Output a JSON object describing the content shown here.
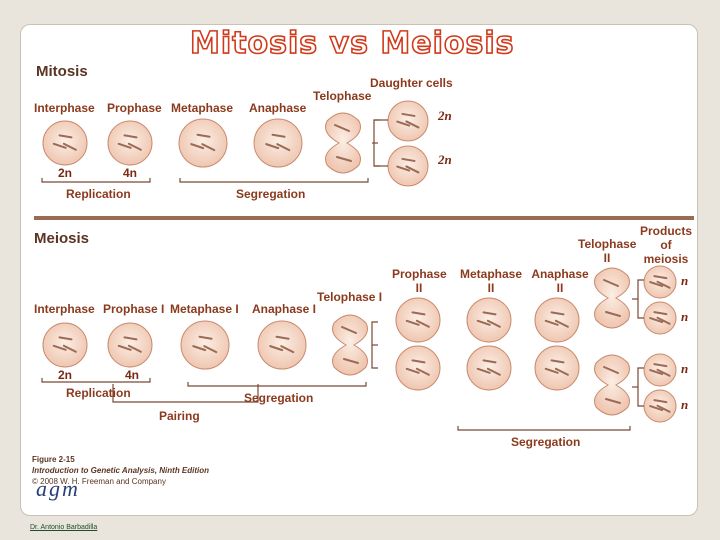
{
  "title": "Mitosis vs Meiosis",
  "mitosis": {
    "heading": "Mitosis",
    "stages": [
      "Interphase",
      "Prophase",
      "Metaphase",
      "Anaphase",
      "Telophase"
    ],
    "daughter_cells": "Daughter cells",
    "count_2n": "2n",
    "count_4n": "4n",
    "ploidy_daughters": [
      "2n",
      "2n"
    ],
    "replication": "Replication",
    "segregation": "Segregation"
  },
  "meiosis": {
    "heading": "Meiosis",
    "stages": [
      "Interphase",
      "Prophase I",
      "Metaphase I",
      "Anaphase I",
      "Telophase I"
    ],
    "stages_ii": [
      "Prophase II",
      "Metaphase II",
      "Anaphase II"
    ],
    "telophase_ii": "Telophase II",
    "products": "Products of meiosis",
    "count_2n": "2n",
    "count_4n": "4n",
    "ploidy_products": [
      "n",
      "n",
      "n",
      "n"
    ],
    "replication": "Replication",
    "pairing": "Pairing",
    "segregation_1": "Segregation",
    "segregation_2": "Segregation"
  },
  "figure": {
    "number": "Figure 2-15",
    "book": "Introduction to Genetic Analysis, Ninth Edition",
    "copyright": "© 2008 W. H. Freeman and Company"
  },
  "logo_text": "agm",
  "credit": "Dr. Antonio Barbadilla",
  "colors": {
    "cell_fill": "#f6dccd",
    "cell_edge": "#c98a6e",
    "label": "#8b3a1d",
    "title_stroke": "#d13a1a"
  }
}
